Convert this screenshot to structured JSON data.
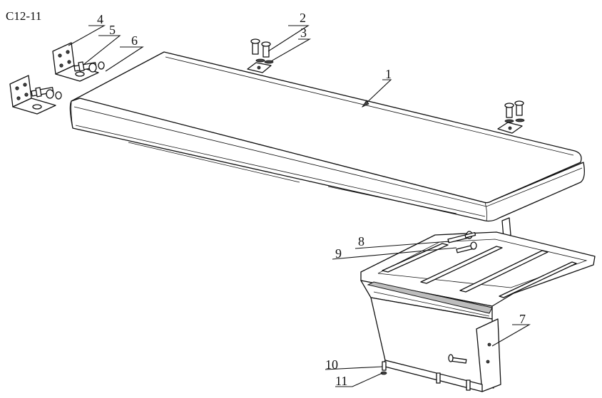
{
  "figure_code": "C12-11",
  "callouts": [
    {
      "id": "c1",
      "label": "1"
    },
    {
      "id": "c2",
      "label": "2"
    },
    {
      "id": "c3",
      "label": "3"
    },
    {
      "id": "c4",
      "label": "4"
    },
    {
      "id": "c5",
      "label": "5"
    },
    {
      "id": "c6",
      "label": "6"
    },
    {
      "id": "c7",
      "label": "7"
    },
    {
      "id": "c8",
      "label": "8"
    },
    {
      "id": "c9",
      "label": "9"
    },
    {
      "id": "c10",
      "label": "10"
    },
    {
      "id": "c11",
      "label": "11"
    }
  ]
}
